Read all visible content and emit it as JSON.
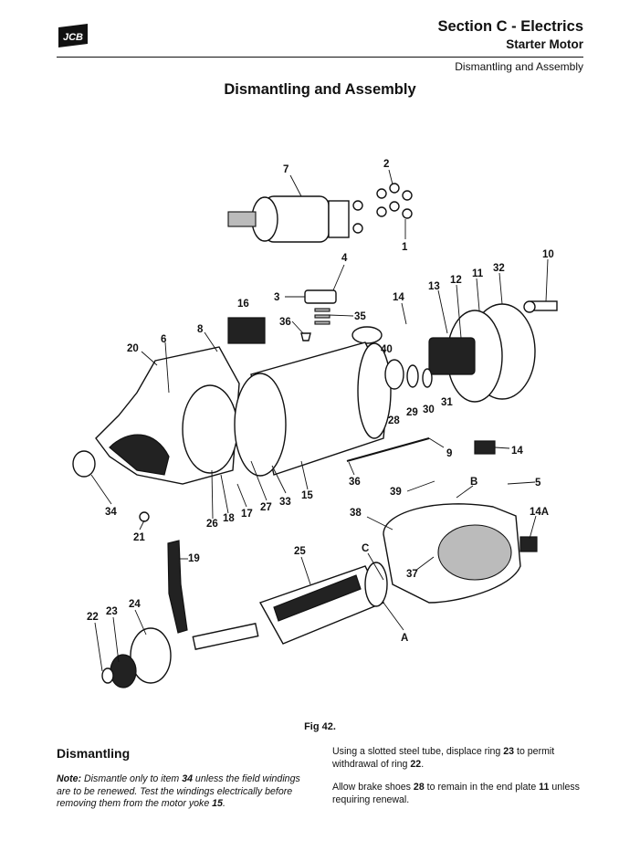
{
  "header": {
    "logo_text": "JCB",
    "section_title": "Section C - Electrics",
    "section_subtitle": "Starter Motor",
    "topic": "Dismantling and Assembly"
  },
  "page_heading": "Dismantling and Assembly",
  "figure": {
    "caption": "Fig 42.",
    "callouts": [
      "7",
      "2",
      "1",
      "4",
      "16",
      "3",
      "35",
      "36",
      "8",
      "20",
      "6",
      "40",
      "14",
      "13",
      "12",
      "11",
      "32",
      "10",
      "29",
      "30",
      "31",
      "28",
      "9",
      "14",
      "36",
      "15",
      "33",
      "27",
      "17",
      "18",
      "26",
      "34",
      "21",
      "39",
      "B",
      "5",
      "38",
      "14A",
      "C",
      "37",
      "A",
      "19",
      "25",
      "22",
      "23",
      "24"
    ]
  },
  "dismantling": {
    "heading": "Dismantling",
    "note_parts": [
      "Note:",
      " Dismantle only to item ",
      "34",
      " unless the field windings are to be renewed. Test the windings electrically before removing them from the motor yoke ",
      "15",
      "."
    ],
    "para1_parts": [
      "Using a slotted steel tube, displace ring ",
      "23",
      " to permit withdrawal of ring ",
      "22",
      "."
    ],
    "para2_parts": [
      "Allow brake shoes ",
      "28",
      " to remain in the end plate ",
      "11",
      " unless requiring renewal."
    ]
  }
}
